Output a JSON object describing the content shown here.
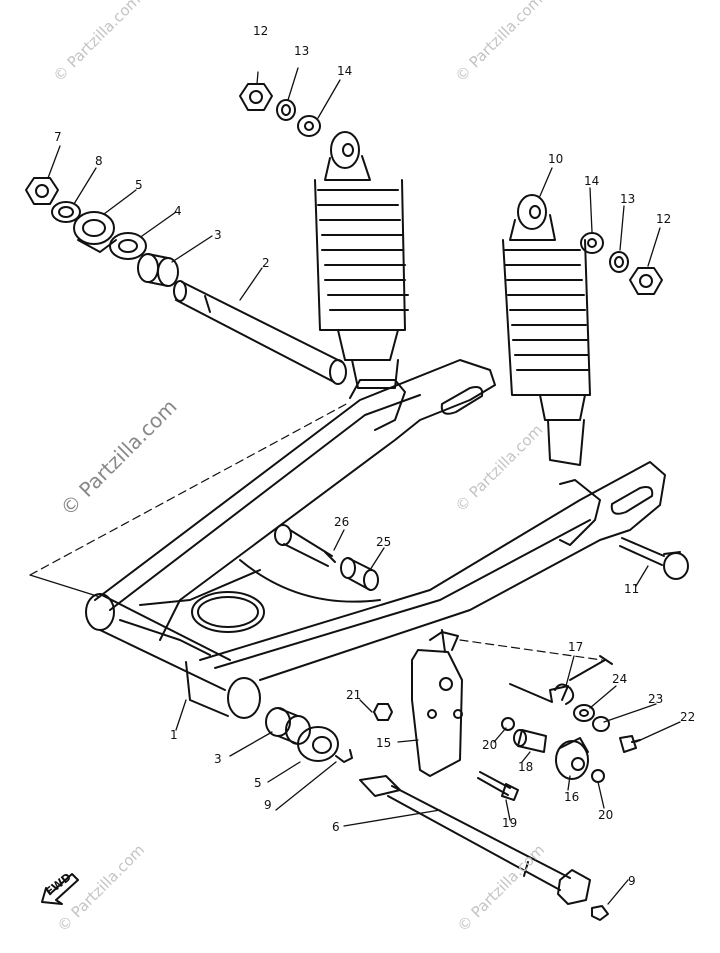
{
  "watermark": {
    "text": "© Partzilla.com"
  },
  "fwd_label": "FWD",
  "callouts": [
    {
      "id": "c12a",
      "label": "12"
    },
    {
      "id": "c13a",
      "label": "13"
    },
    {
      "id": "c14a",
      "label": "14"
    },
    {
      "id": "c7",
      "label": "7"
    },
    {
      "id": "c8",
      "label": "8"
    },
    {
      "id": "c5a",
      "label": "5"
    },
    {
      "id": "c4",
      "label": "4"
    },
    {
      "id": "c3a",
      "label": "3"
    },
    {
      "id": "c2",
      "label": "2"
    },
    {
      "id": "c10",
      "label": "10"
    },
    {
      "id": "c14b",
      "label": "14"
    },
    {
      "id": "c13b",
      "label": "13"
    },
    {
      "id": "c12b",
      "label": "12"
    },
    {
      "id": "c26",
      "label": "26"
    },
    {
      "id": "c25",
      "label": "25"
    },
    {
      "id": "c11",
      "label": "11"
    },
    {
      "id": "c17",
      "label": "17"
    },
    {
      "id": "c24",
      "label": "24"
    },
    {
      "id": "c23",
      "label": "23"
    },
    {
      "id": "c22",
      "label": "22"
    },
    {
      "id": "c21",
      "label": "21"
    },
    {
      "id": "c15",
      "label": "15"
    },
    {
      "id": "c20a",
      "label": "20"
    },
    {
      "id": "c18",
      "label": "18"
    },
    {
      "id": "c16",
      "label": "16"
    },
    {
      "id": "c20b",
      "label": "20"
    },
    {
      "id": "c19",
      "label": "19"
    },
    {
      "id": "c1",
      "label": "1"
    },
    {
      "id": "c3b",
      "label": "3"
    },
    {
      "id": "c5b",
      "label": "5"
    },
    {
      "id": "c9a",
      "label": "9"
    },
    {
      "id": "c6",
      "label": "6"
    },
    {
      "id": "c9b",
      "label": "9"
    }
  ]
}
